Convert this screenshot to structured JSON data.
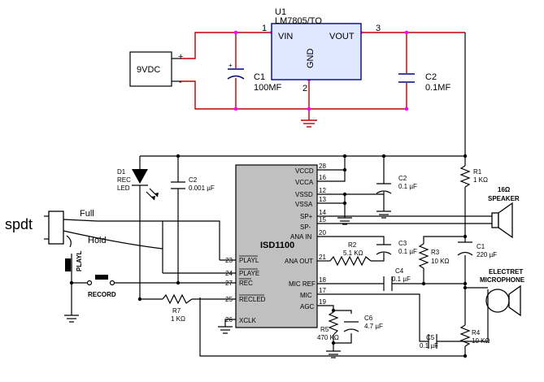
{
  "regulator": {
    "ref": "U1",
    "part": "LM7805/TO",
    "vin": "VIN",
    "vout": "VOUT",
    "gnd": "GND",
    "pin_in": "1",
    "pin_gnd": "2",
    "pin_out": "3"
  },
  "supply": {
    "label": "9VDC",
    "plus": "+",
    "minus": "-"
  },
  "caps_reg": [
    {
      "ref": "C1",
      "value": "100MF"
    },
    {
      "ref": "C2",
      "value": "0.1MF"
    }
  ],
  "chip": {
    "name": "ISD1100",
    "right_pins": [
      {
        "num": "28",
        "name": "VCCD"
      },
      {
        "num": "16",
        "name": "VCCA"
      },
      {
        "num": "12",
        "name": "VSSD"
      },
      {
        "num": "13",
        "name": "VSSA"
      },
      {
        "num": "14",
        "name": "SP+"
      },
      {
        "num": "15",
        "name": "SP-"
      },
      {
        "num": "20",
        "name": "ANA IN"
      },
      {
        "num": "21",
        "name": "ANA OUT"
      },
      {
        "num": "18",
        "name": "MIC REF"
      },
      {
        "num": "17",
        "name": "MIC"
      },
      {
        "num": "19",
        "name": "AGC"
      }
    ],
    "left_pins": [
      {
        "num": "23",
        "name": "PLAYL"
      },
      {
        "num": "24",
        "name": "PLAYE"
      },
      {
        "num": "27",
        "name": "REC"
      },
      {
        "num": "25",
        "name": "RECLED"
      },
      {
        "num": "26",
        "name": "XCLK"
      }
    ]
  },
  "components": {
    "d1": {
      "ref": "D1",
      "line2": "REC",
      "line3": "LED"
    },
    "c2_led": {
      "ref": "C2",
      "value": "0.001 µF"
    },
    "c2_vcc": {
      "ref": "C2",
      "value": "0.1 µF"
    },
    "r1": {
      "ref": "R1",
      "value": "1 KΩ"
    },
    "r2": {
      "ref": "R2",
      "value": "5.1 KΩ"
    },
    "c3": {
      "ref": "C3",
      "value": "0.1 µF"
    },
    "r3": {
      "ref": "R3",
      "value": "10 KΩ"
    },
    "c1_mic": {
      "ref": "C1",
      "value": "220 µF"
    },
    "c4": {
      "ref": "C4",
      "value": "0.1 µF"
    },
    "c6": {
      "ref": "C6",
      "value": "4.7 µF"
    },
    "r5": {
      "ref": "R5",
      "value": "470 KΩ"
    },
    "c5": {
      "ref": "C5",
      "value": "0.1 µF"
    },
    "r4": {
      "ref": "R4",
      "value": "10 KΩ"
    },
    "r7": {
      "ref": "R7",
      "value": "1 KΩ"
    }
  },
  "speaker": {
    "impedance": "16Ω",
    "label": "SPEAKER"
  },
  "microphone": {
    "line1": "ELECTRET",
    "line2": "MICROPHONE"
  },
  "switches": {
    "spdt": "spdt",
    "full": "Full",
    "hold": "Hold",
    "playl": "PLAYL",
    "record": "RECORD"
  }
}
